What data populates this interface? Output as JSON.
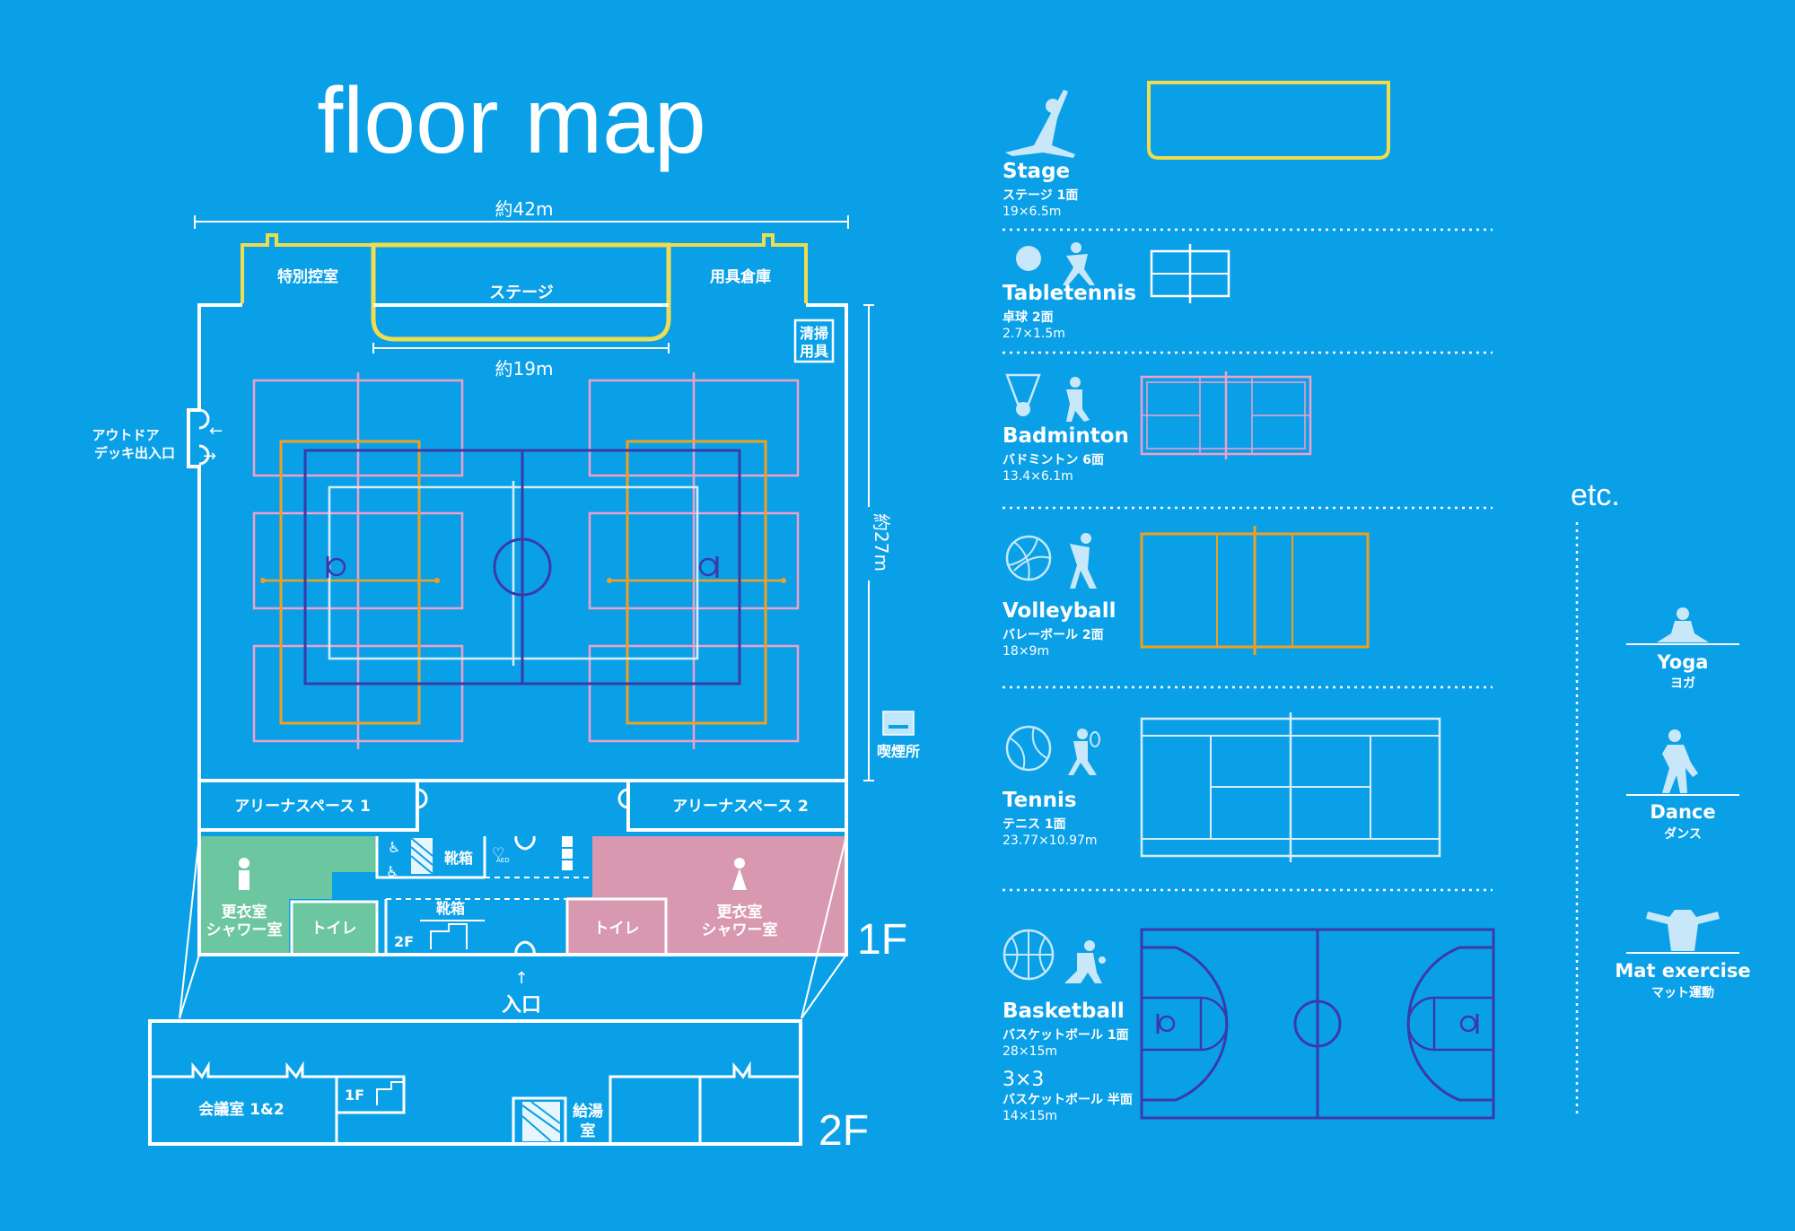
{
  "title": "floor map",
  "map": {
    "width_label": "約42m",
    "stage_width_label": "約19m",
    "depth_label": "約27m",
    "rooms": {
      "special_waiting": "特別控室",
      "stage": "ステージ",
      "storage": "用具倉庫",
      "cleaning_1": "清掃",
      "cleaning_2": "用具",
      "outdoor_1": "アウトドア",
      "outdoor_2": "デッキ出入口",
      "smoking": "喫煙所",
      "arena1": "アリーナスペース 1",
      "arena2": "アリーナスペース 2",
      "locker_m_1": "更衣室",
      "locker_m_2": "シャワー室",
      "toilet_m": "トイレ",
      "shoebox1": "靴箱",
      "shoebox2": "靴箱",
      "aed": "AED",
      "stairs_2f": "2F",
      "toilet_f": "トイレ",
      "locker_f_1": "更衣室",
      "locker_f_2": "シャワー室",
      "entrance": "入口",
      "floor1": "1F",
      "floor2": "2F",
      "meeting": "会議室 1&2",
      "stairs_1f": "1F",
      "kitchen_1": "給湯",
      "kitchen_2": "室"
    }
  },
  "facilities": [
    {
      "en": "Stage",
      "jp": "ステージ 1面",
      "size": "19×6.5m"
    },
    {
      "en": "Tabletennis",
      "jp": "卓球 2面",
      "size": "2.7×1.5m"
    },
    {
      "en": "Badminton",
      "jp": "バドミントン 6面",
      "size": "13.4×6.1m"
    },
    {
      "en": "Volleyball",
      "jp": "バレーボール 2面",
      "size": "18×9m"
    },
    {
      "en": "Tennis",
      "jp": "テニス 1面",
      "size": "23.77×10.97m"
    },
    {
      "en": "Basketball",
      "jp": "バスケットボール 1面",
      "size": "28×15m",
      "extra_title": "3×3",
      "extra_jp": "バスケットボール 半面",
      "extra_size": "14×15m"
    }
  ],
  "etc": {
    "label": "etc.",
    "items": [
      {
        "en": "Yoga",
        "jp": "ヨガ"
      },
      {
        "en": "Dance",
        "jp": "ダンス"
      },
      {
        "en": "Mat exercise",
        "jp": "マット運動"
      }
    ]
  },
  "colors": {
    "background": "#0aa0e8",
    "stage": "#f0dc50",
    "badminton": "#f0a0c8",
    "volleyball": "#f0a020",
    "basketball": "#3a3aa8",
    "tennis": "#d8ecf8",
    "mens": "#6cc6a0",
    "womens": "#d898b0"
  }
}
